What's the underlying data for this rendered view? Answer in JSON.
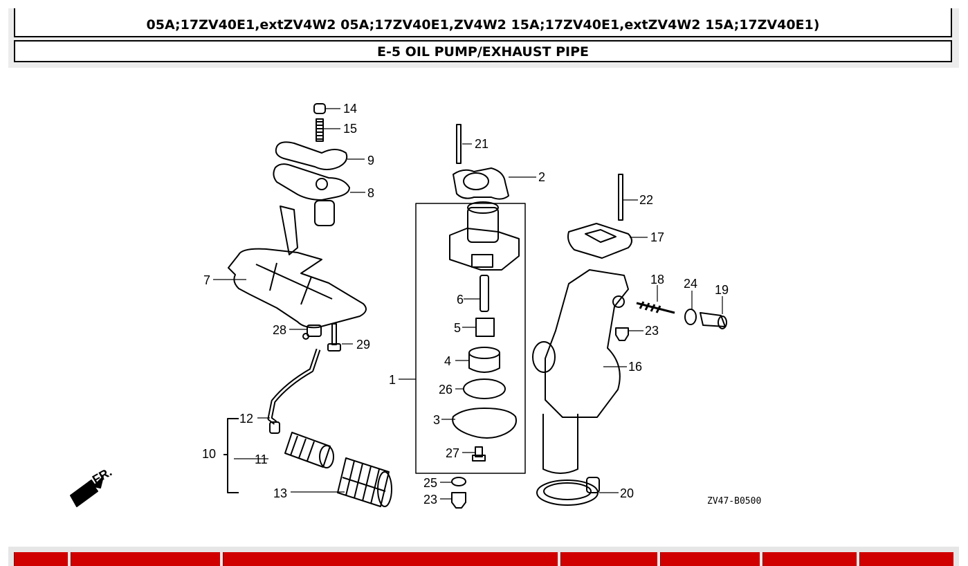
{
  "header": {
    "models_line": "05A;17ZV40E1,extZV4W2 05A;17ZV40E1,ZV4W2 15A;17ZV40E1,extZV4W2 15A;17ZV40E1)",
    "section_title": "E-5 OIL PUMP/EXHAUST PIPE"
  },
  "diagram": {
    "callouts": [
      "14",
      "15",
      "9",
      "8",
      "7",
      "28",
      "29",
      "12",
      "10",
      "11",
      "13",
      "21",
      "2",
      "1",
      "6",
      "5",
      "4",
      "26",
      "3",
      "27",
      "25",
      "23",
      "22",
      "17",
      "18",
      "24",
      "19",
      "23",
      "16",
      "20"
    ],
    "front_marker": "FR.",
    "drawing_code": "ZV47-B0500"
  },
  "footer": {
    "cells": [
      "",
      "",
      "",
      "",
      "",
      "",
      ""
    ]
  },
  "colors": {
    "header_border": "#000000",
    "footer_accent": "#d10000"
  }
}
